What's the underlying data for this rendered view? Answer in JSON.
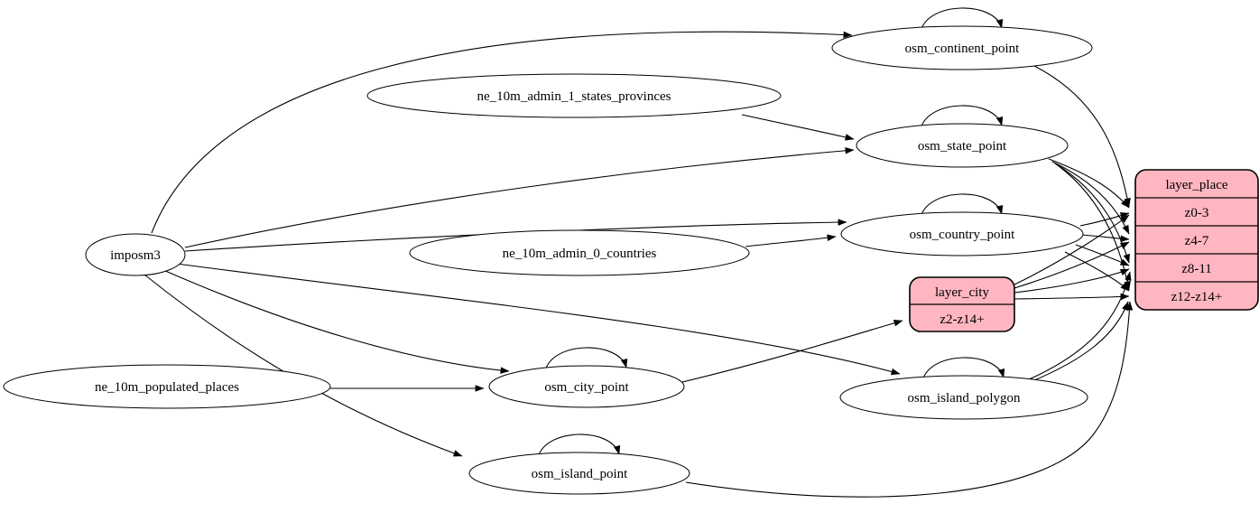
{
  "diagram": {
    "kind": "etl-dependency-graph",
    "background_color": "#ffffff",
    "edge_color": "#000000",
    "table_fill_color": "#ffffff",
    "layer_fill_color": "#ffb6c1",
    "tables": [
      {
        "id": "imposm3",
        "label": "imposm3"
      },
      {
        "id": "ne_10m_admin_1_states_provinces",
        "label": "ne_10m_admin_1_states_provinces"
      },
      {
        "id": "ne_10m_admin_0_countries",
        "label": "ne_10m_admin_0_countries"
      },
      {
        "id": "ne_10m_populated_places",
        "label": "ne_10m_populated_places"
      },
      {
        "id": "osm_continent_point",
        "label": "osm_continent_point"
      },
      {
        "id": "osm_state_point",
        "label": "osm_state_point"
      },
      {
        "id": "osm_country_point",
        "label": "osm_country_point"
      },
      {
        "id": "osm_city_point",
        "label": "osm_city_point"
      },
      {
        "id": "osm_island_polygon",
        "label": "osm_island_polygon"
      },
      {
        "id": "osm_island_point",
        "label": "osm_island_point"
      }
    ],
    "layers": [
      {
        "id": "layer_place",
        "title": "layer_place",
        "rows": [
          "z0-3",
          "z4-7",
          "z8-11",
          "z12-z14+"
        ],
        "fill": "#ffb6c1"
      },
      {
        "id": "layer_city",
        "title": "layer_city",
        "rows": [
          "z2-z14+"
        ],
        "fill": "#ffb6c1"
      }
    ],
    "edges": [
      {
        "from": "imposm3",
        "to": "osm_continent_point"
      },
      {
        "from": "imposm3",
        "to": "osm_state_point"
      },
      {
        "from": "imposm3",
        "to": "osm_country_point"
      },
      {
        "from": "imposm3",
        "to": "osm_city_point"
      },
      {
        "from": "imposm3",
        "to": "osm_island_polygon"
      },
      {
        "from": "imposm3",
        "to": "osm_island_point"
      },
      {
        "from": "ne_10m_admin_1_states_provinces",
        "to": "osm_state_point"
      },
      {
        "from": "ne_10m_admin_0_countries",
        "to": "osm_country_point"
      },
      {
        "from": "ne_10m_populated_places",
        "to": "osm_city_point"
      },
      {
        "from": "osm_continent_point",
        "to": "osm_continent_point"
      },
      {
        "from": "osm_state_point",
        "to": "osm_state_point"
      },
      {
        "from": "osm_country_point",
        "to": "osm_country_point"
      },
      {
        "from": "osm_city_point",
        "to": "osm_city_point"
      },
      {
        "from": "osm_island_polygon",
        "to": "osm_island_polygon"
      },
      {
        "from": "osm_island_point",
        "to": "osm_island_point"
      },
      {
        "from": "osm_continent_point",
        "to": "layer_place",
        "row": "z0-3"
      },
      {
        "from": "osm_state_point",
        "to": "layer_place",
        "row": "z0-3"
      },
      {
        "from": "osm_state_point",
        "to": "layer_place",
        "row": "z4-7"
      },
      {
        "from": "osm_state_point",
        "to": "layer_place",
        "row": "z8-11"
      },
      {
        "from": "osm_state_point",
        "to": "layer_place",
        "row": "z12-z14+"
      },
      {
        "from": "osm_country_point",
        "to": "layer_place",
        "row": "z0-3"
      },
      {
        "from": "osm_country_point",
        "to": "layer_place",
        "row": "z4-7"
      },
      {
        "from": "osm_country_point",
        "to": "layer_place",
        "row": "z8-11"
      },
      {
        "from": "osm_country_point",
        "to": "layer_place",
        "row": "z12-z14+"
      },
      {
        "from": "osm_city_point",
        "to": "layer_city",
        "row": "z2-z14+"
      },
      {
        "from": "layer_city",
        "to": "layer_place",
        "row": "z0-3"
      },
      {
        "from": "layer_city",
        "to": "layer_place",
        "row": "z4-7"
      },
      {
        "from": "layer_city",
        "to": "layer_place",
        "row": "z8-11"
      },
      {
        "from": "layer_city",
        "to": "layer_place",
        "row": "z12-z14+"
      },
      {
        "from": "osm_island_polygon",
        "to": "layer_place",
        "row": "z8-11"
      },
      {
        "from": "osm_island_polygon",
        "to": "layer_place",
        "row": "z12-z14+"
      },
      {
        "from": "osm_island_point",
        "to": "layer_place",
        "row": "z12-z14+"
      }
    ]
  }
}
